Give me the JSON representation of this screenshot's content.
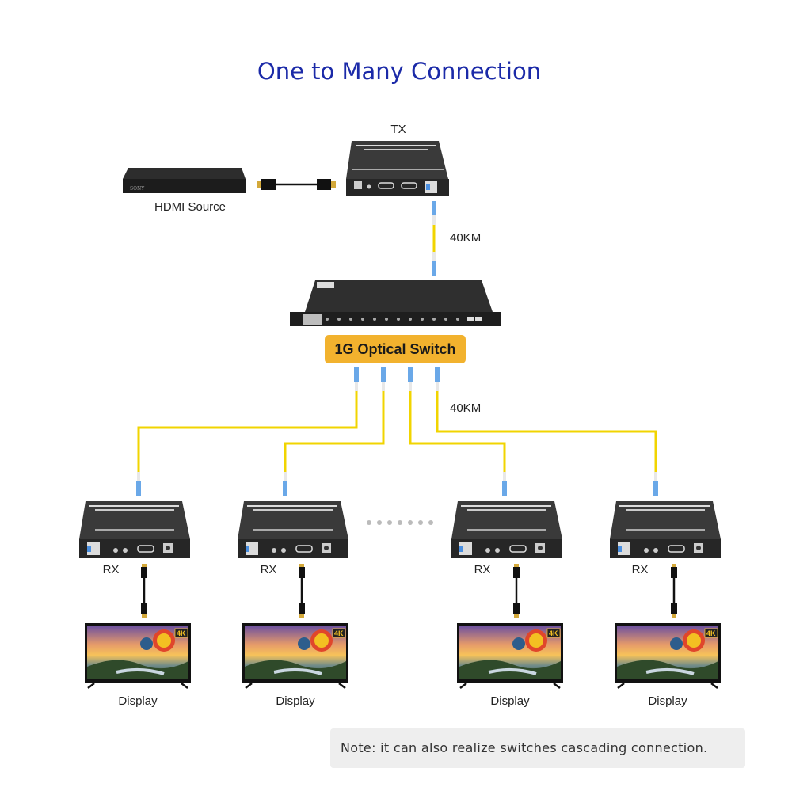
{
  "title": "One to Many Connection",
  "source": {
    "label": "HDMI Source",
    "brand": "SONY"
  },
  "tx": {
    "label": "TX"
  },
  "distance_top": "40KM",
  "switch": {
    "label": "1G Optical Switch"
  },
  "distance_bottom": "40KM",
  "receivers": [
    {
      "label": "RX",
      "display": "Display",
      "badge": "4K"
    },
    {
      "label": "RX",
      "display": "Display",
      "badge": "4K"
    },
    {
      "label": "RX",
      "display": "Display",
      "badge": "4K"
    },
    {
      "label": "RX",
      "display": "Display",
      "badge": "4K"
    }
  ],
  "note": "Note: it can also realize switches cascading connection.",
  "colors": {
    "title": "#1b2aa8",
    "switch_label": "#f2b22e",
    "fiber": "#f1d400",
    "device": "#2b2b2b"
  }
}
